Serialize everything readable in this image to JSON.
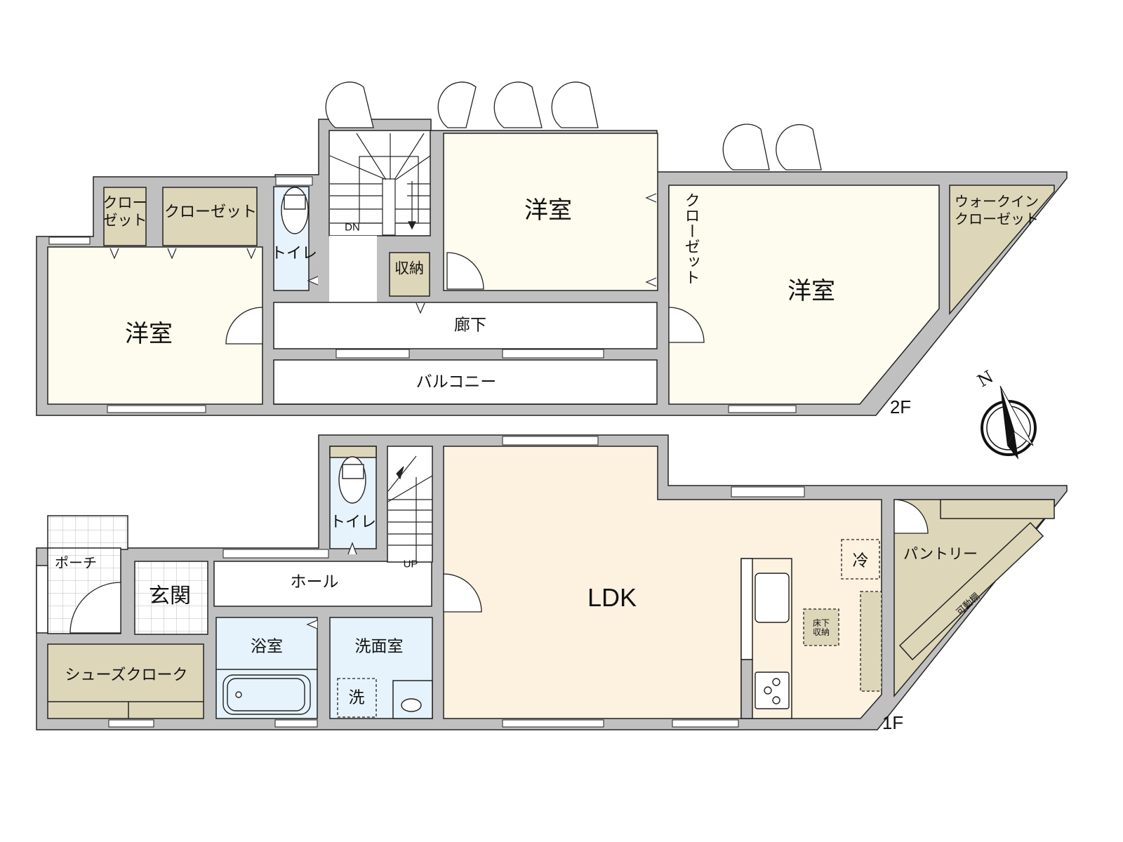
{
  "colors": {
    "wall": "#c0c0c0",
    "outline": "#222222",
    "room_cream": "#fefcee",
    "ldk": "#fdf1e0",
    "storage": "#ded6b9",
    "wet": "#e6f3fc",
    "white": "#ffffff",
    "tile_line": "#bbbbbb"
  },
  "floor2": {
    "label": "2F",
    "rooms": {
      "west_bedroom": "洋室",
      "closet_small": "クロー\nゼット",
      "closet_wide": "クローゼット",
      "toilet": "トイレ",
      "stairs_dn": "DN",
      "storage": "収納",
      "center_bedroom": "洋室",
      "closet_vertical": "クローゼット",
      "east_bedroom": "洋室",
      "walk_in_closet": "ウォークイン\nクローゼット",
      "hallway": "廊下",
      "balcony": "バルコニー"
    }
  },
  "floor1": {
    "label": "1F",
    "rooms": {
      "porch": "ポーチ",
      "entrance": "玄関",
      "hall": "ホール",
      "toilet": "トイレ",
      "stairs_up": "UP",
      "shoe_cloak": "シューズクローク",
      "bathroom": "浴室",
      "washroom": "洗面室",
      "washer": "洗",
      "ldk": "LDK",
      "fridge": "冷",
      "underfloor_storage": "床下\n収納",
      "pantry": "パントリー",
      "adjustable_shelf": "可動棚"
    }
  },
  "compass": {
    "north_label": "N"
  }
}
